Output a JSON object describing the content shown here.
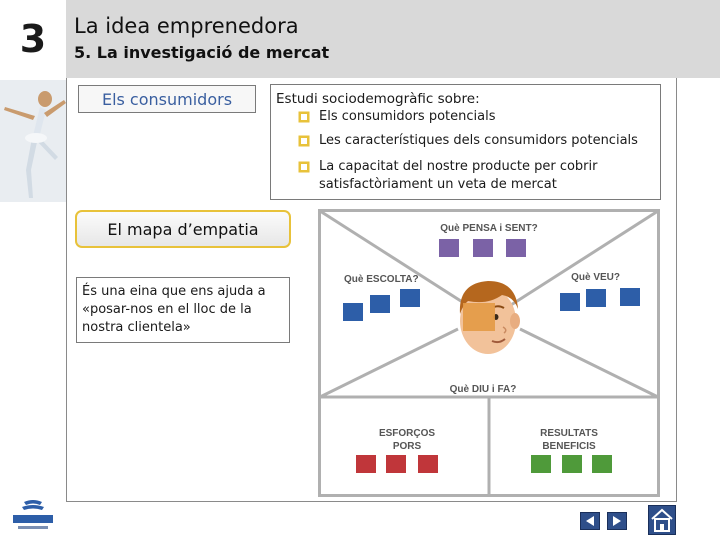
{
  "header": {
    "chapter_number": "3",
    "title": "La idea emprenedora",
    "subtitle": "5. La investigació de mercat"
  },
  "left_panel": {
    "consumers_label": "Els consumidors",
    "map_button_label": "El mapa d’empatia",
    "definition": "És una eina que ens ajuda a «posar-nos en el lloc de la nostra clientela»"
  },
  "study": {
    "title": "Estudi sociodemogràfic sobre:",
    "items": [
      "Els consumidors potencials",
      "Les característiques dels consumidors potencials",
      "La capacitat del nostre producte per cobrir satisfactòriament un veta de mercat"
    ]
  },
  "empathy_map": {
    "thinks_feels": "Què PENSA i SENT?",
    "hears": "Què ESCOLTA?",
    "sees": "Què VEU?",
    "says_does": "Què DIU i FA?",
    "pains_title": "ESFORÇOS",
    "pains_sub": "PORS",
    "gains_title": "RESULTATS",
    "gains_sub": "BENEFICIS"
  },
  "colors": {
    "bullet": "#e8c23a",
    "purple": "#7b62a6",
    "blue": "#2d5ea8",
    "red": "#c0363a",
    "green": "#4f9a3a",
    "map_border": "#e8c23a"
  },
  "icons": {
    "prev": "arrow-left-icon",
    "next": "arrow-right-icon",
    "home": "home-icon",
    "bullet": "checkbox-bullet-icon"
  }
}
